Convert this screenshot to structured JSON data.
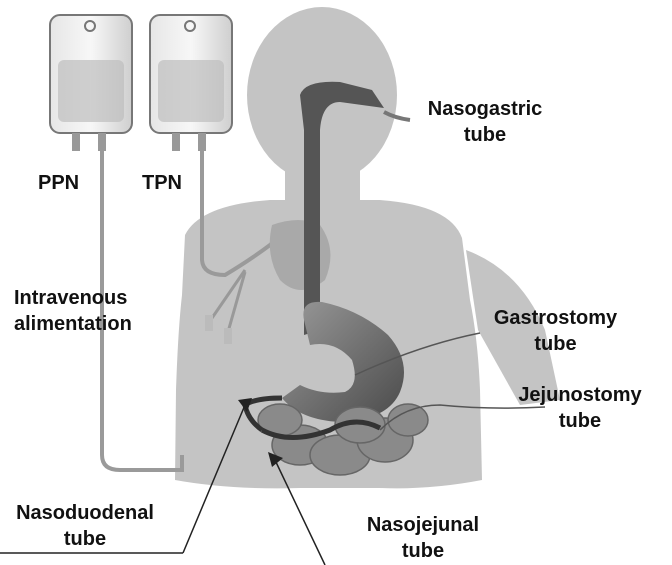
{
  "diagram": {
    "labels": {
      "ppn": "PPN",
      "tpn": "TPN",
      "intravenous": [
        "Intravenous",
        "alimentation"
      ],
      "nasogastric": [
        "Nasogastric",
        "tube"
      ],
      "gastrostomy": [
        "Gastrostomy",
        "tube"
      ],
      "jejunostomy": [
        "Jejunostomy",
        "tube"
      ],
      "nasoduodenal": [
        "Nasoduodenal",
        "tube"
      ],
      "nasojejunal": [
        "Nasojejunal",
        "tube"
      ]
    },
    "colors": {
      "body_silhouette": "#c4c4c4",
      "esophagus_stomach": "#555555",
      "intestine": "#8a8a8a",
      "iv_bag": "#d8d8d8",
      "line": "#333333"
    }
  }
}
